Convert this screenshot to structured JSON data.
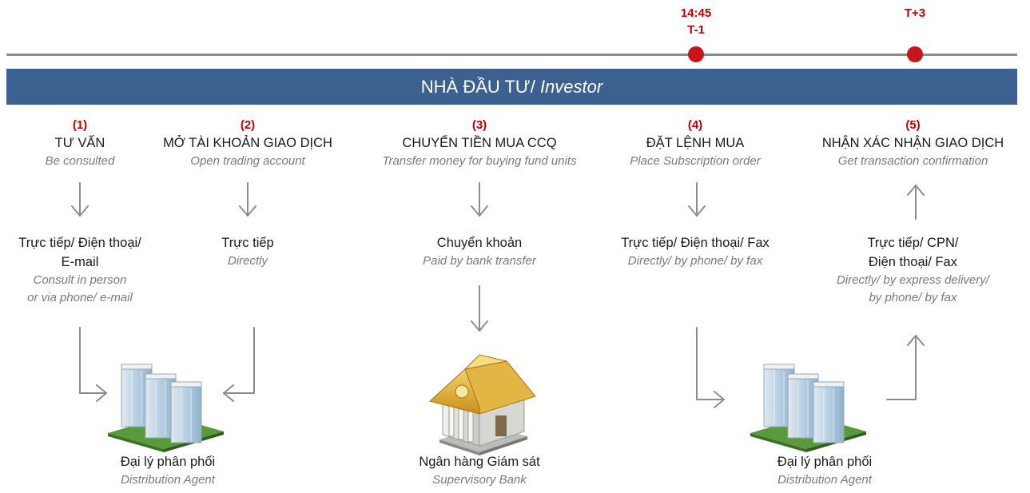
{
  "timeline": {
    "markers": [
      {
        "line1": "14:45",
        "line2": "T-1"
      },
      {
        "line1": "T+3",
        "line2": ""
      }
    ]
  },
  "banner": {
    "vn": "NHÀ ĐẦU TƯ/ ",
    "en": "Investor"
  },
  "steps": [
    {
      "num": "(1)",
      "vn": "TƯ VẤN",
      "en": "Be consulted"
    },
    {
      "num": "(2)",
      "vn": "MỞ TÀI KHOẢN GIAO DỊCH",
      "en": "Open trading account"
    },
    {
      "num": "(3)",
      "vn": "CHUYỂN TIỀN MUA CCQ",
      "en": "Transfer money for buying fund units"
    },
    {
      "num": "(4)",
      "vn": "ĐẶT LỆNH MUA",
      "en": "Place Subscription order"
    },
    {
      "num": "(5)",
      "vn": "NHẬN XÁC NHẬN GIAO DỊCH",
      "en": "Get transaction confirmation"
    }
  ],
  "methods": [
    {
      "vn1": "Trực tiếp/ Điện thoại/",
      "vn2": "E-mail",
      "en1": "Consult in person",
      "en2": "or via phone/ e-mail"
    },
    {
      "vn1": "Trực tiếp",
      "en1": "Directly"
    },
    {
      "vn1": "Chuyển khoản",
      "en1": "Paid by bank transfer"
    },
    {
      "vn1": "Trực tiếp/ Điện thoại/ Fax",
      "en1": "Directly/ by phone/ by fax"
    },
    {
      "vn1": "Trực tiếp/ CPN/",
      "vn2": "Điện thoại/ Fax",
      "en1": "Directly/ by express delivery/",
      "en2": "by phone/ by fax"
    }
  ],
  "entities": [
    {
      "vn": "Đại lý phân phối",
      "en": "Distribution Agent",
      "icon": "office-buildings-icon"
    },
    {
      "vn": "Ngân hàng Giám sát",
      "en": "Supervisory Bank",
      "icon": "bank-icon"
    },
    {
      "vn": "Đại lý phân phối",
      "en": "Distribution Agent",
      "icon": "office-buildings-icon"
    }
  ],
  "colors": {
    "accent": "#c00000",
    "banner": "#3c6190",
    "timeline": "#8a8a8a",
    "dot": "#c8151b"
  }
}
